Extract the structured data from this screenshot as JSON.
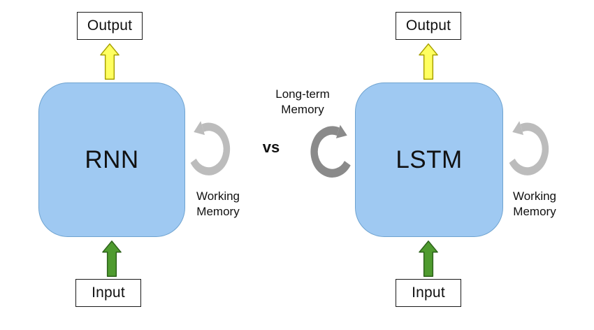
{
  "diagram": {
    "middle": {
      "vs": "vs"
    },
    "left": {
      "output": "Output",
      "block": "RNN",
      "input": "Input",
      "working_memory": [
        "Working",
        "Memory"
      ]
    },
    "right": {
      "output": "Output",
      "block": "LSTM",
      "input": "Input",
      "working_memory": [
        "Working",
        "Memory"
      ],
      "long_term_memory": [
        "Long-term",
        "Memory"
      ]
    },
    "colors": {
      "block_fill": "#9fc9f2",
      "block_border": "#6fa3d0",
      "yellow_fill": "#ffff60",
      "yellow_border": "#a8a000",
      "green_fill": "#4f9b2f",
      "green_border": "#2c611a",
      "loop_light": "#bcbcbc",
      "loop_dark": "#8a8a8a",
      "box_border": "#1a1a1a",
      "text": "#111111"
    }
  }
}
